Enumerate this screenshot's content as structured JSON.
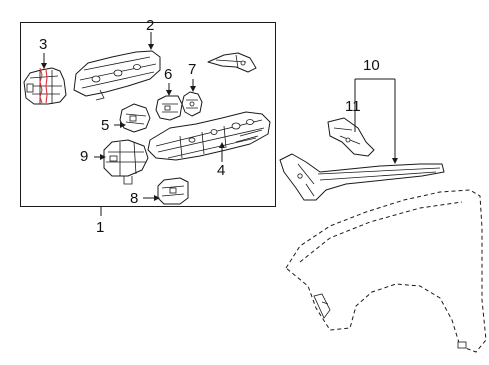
{
  "callouts": {
    "c1": "1",
    "c2": "2",
    "c3": "3",
    "c4": "4",
    "c5": "5",
    "c6": "6",
    "c7": "7",
    "c8": "8",
    "c9": "9",
    "c10": "10",
    "c11": "11"
  },
  "colors": {
    "line": "#1a1a1a",
    "highlight": "#e0303a",
    "background": "#ffffff"
  }
}
